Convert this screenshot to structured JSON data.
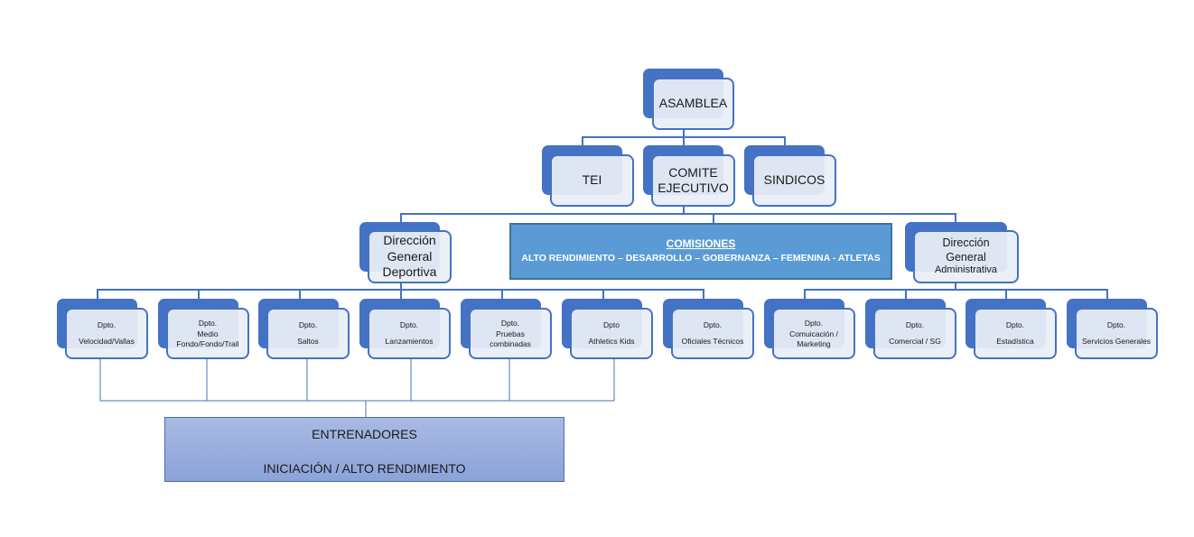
{
  "diagram": {
    "type": "organization-chart",
    "colors": {
      "box_back": "#4472C4",
      "box_front": "#E9EFF8",
      "line": "#4472C4",
      "comisiones_fill": "#5B9BD5",
      "entrenadores_fill": "#9AAEDD"
    },
    "top": {
      "asamblea": "ASAMBLEA"
    },
    "second_level": {
      "tei": "TEI",
      "comite": [
        "COMITE",
        "EJECUTIVO"
      ],
      "sindicos": "SINDICOS"
    },
    "third_level": {
      "direccion_deportiva": [
        "Dirección",
        "General",
        "Deportiva"
      ],
      "comisiones": {
        "title": "COMISIONES",
        "list": "ALTO RENDIMIENTO – DESARROLLO – GOBERNANZA – FEMENINA - ATLETAS"
      },
      "direccion_administrativa": [
        "Dirección",
        "General",
        "Administrativa"
      ]
    },
    "departments_deportiva": [
      {
        "prefix": "Dpto.",
        "name": "Velocidad/Vallas"
      },
      {
        "prefix": "Dpto.",
        "name": "Medio Fondo/Fondo/Trail"
      },
      {
        "prefix": "Dpto.",
        "name": "Saltos"
      },
      {
        "prefix": "Dpto.",
        "name": "Lanzamientos"
      },
      {
        "prefix": "Dpto.",
        "name": "Pruebas combinadas"
      },
      {
        "prefix": "Dpto",
        "name": "Athletics Kids"
      },
      {
        "prefix": "Dpto.",
        "name": "Oficiales Técnicos"
      }
    ],
    "departments_administrativa": [
      {
        "prefix": "Dpto.",
        "name": "Comuicación / Marketing"
      },
      {
        "prefix": "Dpto.",
        "name": "Comercial / SG"
      },
      {
        "prefix": "Dpto.",
        "name": "Estadística"
      },
      {
        "prefix": "Dpto.",
        "name": "Servicios Generales"
      }
    ],
    "entrenadores": {
      "title": "ENTRENADORES",
      "subtitle": "INICIACIÓN / ALTO RENDIMIENTO"
    }
  }
}
